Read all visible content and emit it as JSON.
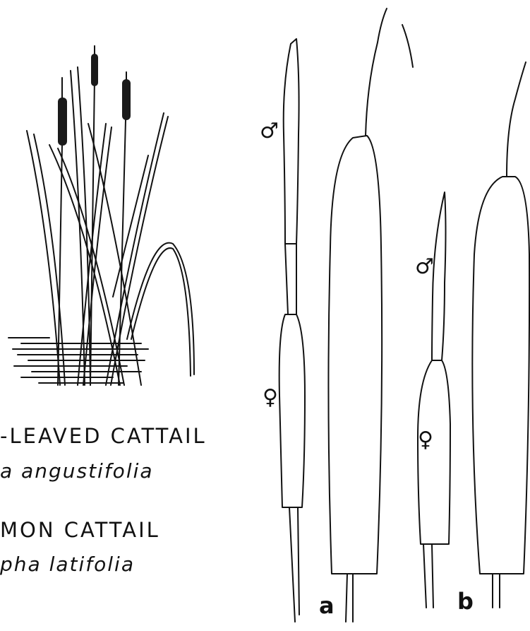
{
  "captions": {
    "narrow_common": "-LEAVED CATTAIL",
    "narrow_scientific": "a angustifolia",
    "broad_common": "MON CATTAIL",
    "broad_scientific": "pha latifolia"
  },
  "symbols": {
    "male": "♂",
    "female": "♀"
  },
  "part_labels": {
    "a": "a",
    "b": "b"
  }
}
